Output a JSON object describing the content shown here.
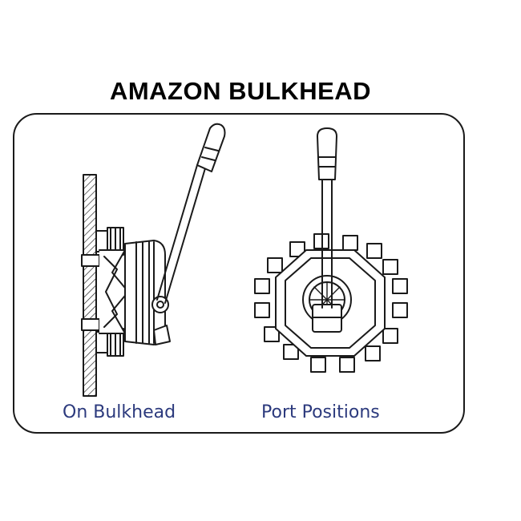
{
  "title": "AMAZON BULKHEAD",
  "captions": {
    "left": "On Bulkhead",
    "right": "Port Positions"
  },
  "colors": {
    "line": "#1a1a1a",
    "caption": "#2c3a7d",
    "background": "#ffffff"
  }
}
